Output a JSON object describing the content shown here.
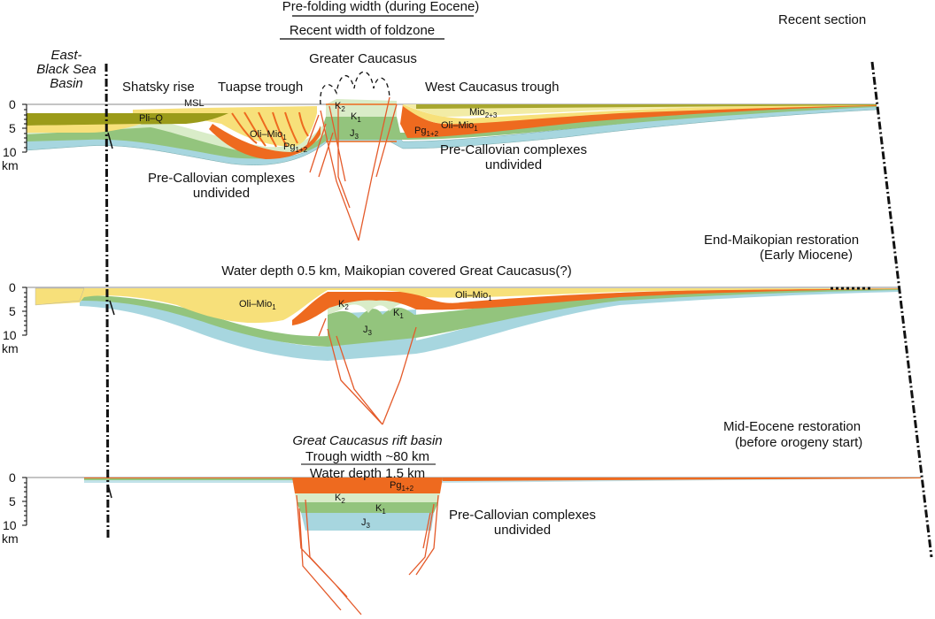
{
  "header": {
    "prefold_width": "Pre-folding width (during Eocene)",
    "recent_width": "Recent width of foldzone",
    "greater_caucasus": "Greater Caucasus",
    "recent_section": "Recent section"
  },
  "sections": {
    "recent": {
      "east_black_sea_line1": "East-",
      "east_black_sea_line2": "Black Sea",
      "east_black_sea_line3": "Basin",
      "shatsky_rise": "Shatsky rise",
      "tuapse_trough": "Tuapse trough",
      "west_caucasus_trough": "West Caucasus trough",
      "msl": "MSL",
      "pre_callovian_left_1": "Pre-Callovian complexes",
      "pre_callovian_left_2": "undivided",
      "pre_callovian_right_1": "Pre-Callovian complexes",
      "pre_callovian_right_2": "undivided"
    },
    "end_maikopian": {
      "title_1": "End-Maikopian restoration",
      "title_2": "(Early Miocene)",
      "note": "Water depth 0.5 km, Maikopian covered Great Caucasus(?)"
    },
    "mid_eocene": {
      "title_1": "Mid-Eocene restoration",
      "title_2": "(before orogeny start)",
      "rift_basin": "Great Caucasus rift basin",
      "trough_width": "Trough width ~80 km",
      "water_depth": "Water depth 1.5 km",
      "pre_callovian_1": "Pre-Callovian complexes",
      "pre_callovian_2": "undivided"
    }
  },
  "axis": {
    "ticks": [
      "0",
      "5",
      "10"
    ],
    "unit": "km"
  },
  "unit_labels": {
    "pli_q": "Pli–Q",
    "oli_mio": "Oli–Mio",
    "mio": "Mio",
    "pg": "Pg",
    "k": "K",
    "j": "J",
    "sub_1": "1",
    "sub_2": "2",
    "sub_3": "3",
    "sub_1_2": "1+2",
    "sub_2_3": "2+3"
  },
  "colors": {
    "pli_q": "#9b9b1a",
    "mio": "#f2eca6",
    "oli_mio": "#f7e07a",
    "pg": "#ee6a1f",
    "k2": "#d9ecc8",
    "k1": "#93c47d",
    "j3": "#a7d6df",
    "fault": "#e45a2a"
  }
}
